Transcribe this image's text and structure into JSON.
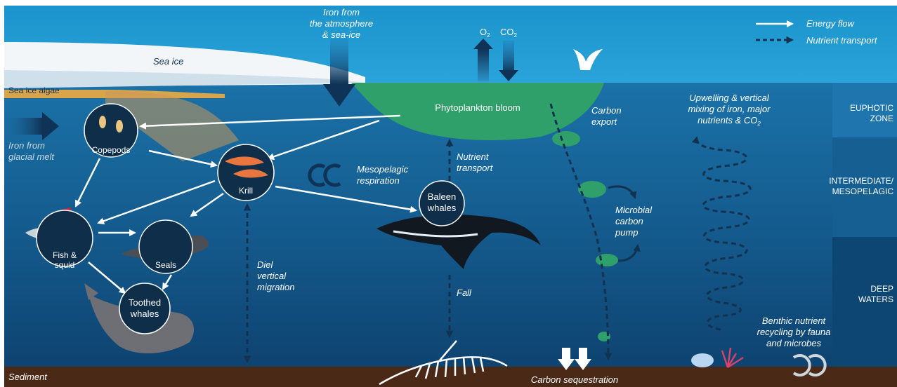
{
  "legend": {
    "energy_flow": "Energy flow",
    "nutrient_transport": "Nutrient transport"
  },
  "surface": {
    "iron_atmosphere_1": "Iron from",
    "iron_atmosphere_2": "the atmosphere",
    "iron_atmosphere_3": "& sea-ice",
    "sea_ice": "Sea ice",
    "sea_ice_algae": "Sea ice algae",
    "o2": "O",
    "o2_sub": "2",
    "co2": "CO",
    "co2_sub": "2",
    "phytoplankton": "Phytoplankton bloom",
    "iron_glacial_1": "Iron from",
    "iron_glacial_2": "glacial melt"
  },
  "organisms": {
    "copepods": "Copepods",
    "krill": "Krill",
    "fish_squid_1": "Fish &",
    "fish_squid_2": "squid",
    "seals": "Seals",
    "toothed_1": "Toothed",
    "toothed_2": "whales",
    "baleen_1": "Baleen",
    "baleen_2": "whales"
  },
  "processes": {
    "nutrient_transport_1": "Nutrient",
    "nutrient_transport_2": "transport",
    "mesopelagic_1": "Mesopelagic",
    "mesopelagic_2": "respiration",
    "carbon_export_1": "Carbon",
    "carbon_export_2": "export",
    "microbial_1": "Microbial",
    "microbial_2": "carbon",
    "microbial_3": "pump",
    "diel_1": "Diel",
    "diel_2": "vertical",
    "diel_3": "migration",
    "fall": "Fall",
    "upwelling_1": "Upwelling & vertical",
    "upwelling_2": "mixing of iron, major",
    "upwelling_3": "nutrients & CO",
    "upwelling_sub": "2",
    "benthic_1": "Benthic nutrient",
    "benthic_2": "recycling by fauna",
    "benthic_3": "and microbes",
    "sediment": "Sediment",
    "carbon_sequestration": "Carbon sequestration"
  },
  "zones": {
    "euphotic_1": "EUPHOTIC",
    "euphotic_2": "ZONE",
    "intermediate_1": "INTERMEDIATE/",
    "intermediate_2": "MESOPELAGIC",
    "deep_1": "DEEP",
    "deep_2": "WATERS"
  },
  "colors": {
    "sky": "#1a8fc9",
    "surface_water": "#1a6fa3",
    "deep_water": "#0d3e66",
    "sediment": "#4a2a17",
    "phytoplankton": "#2fa06a",
    "circle": "#0f2e4a",
    "arrow_dark": "#13324f"
  }
}
